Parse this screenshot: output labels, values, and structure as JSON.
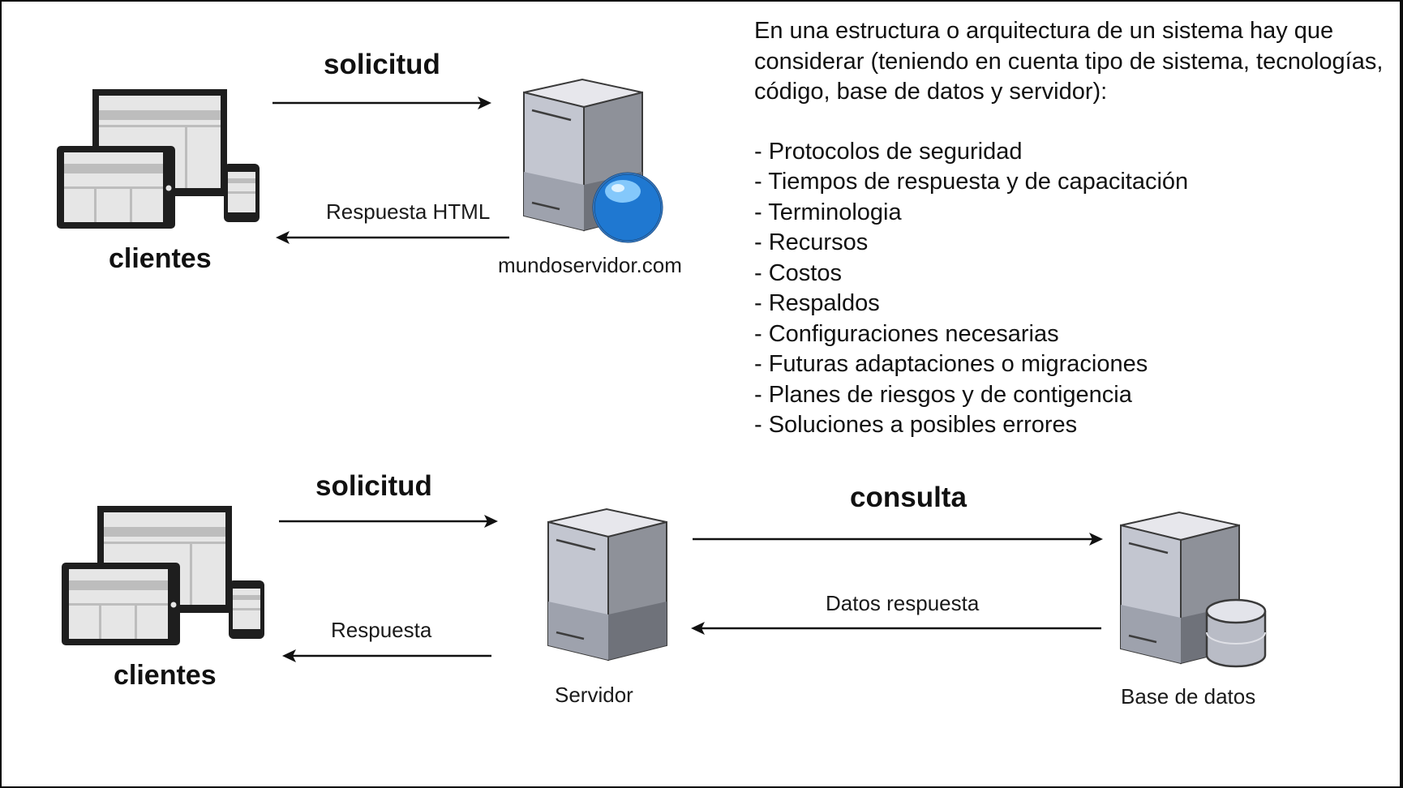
{
  "top": {
    "request_label": "solicitud",
    "response_label": "Respuesta HTML",
    "clients_label": "clientes",
    "server_label": "mundoservidor.com"
  },
  "notes": {
    "intro": "En una estructura o arquitectura de un sistema hay que considerar (teniendo en cuenta tipo de sistema, tecnologías, código, base de datos y servidor):",
    "items": [
      "- Protocolos de seguridad",
      "- Tiempos de respuesta y de capacitación",
      "- Terminologia",
      "- Recursos",
      "- Costos",
      "- Respaldos",
      "- Configuraciones necesarias",
      "- Futuras adaptaciones o migraciones",
      "- Planes de riesgos y de contigencia",
      "- Soluciones a posibles errores"
    ]
  },
  "bottom": {
    "request_label": "solicitud",
    "response_label": "Respuesta",
    "clients_label": "clientes",
    "server_label": "Servidor",
    "query_label": "consulta",
    "data_response_label": "Datos respuesta",
    "database_label": "Base de datos"
  }
}
